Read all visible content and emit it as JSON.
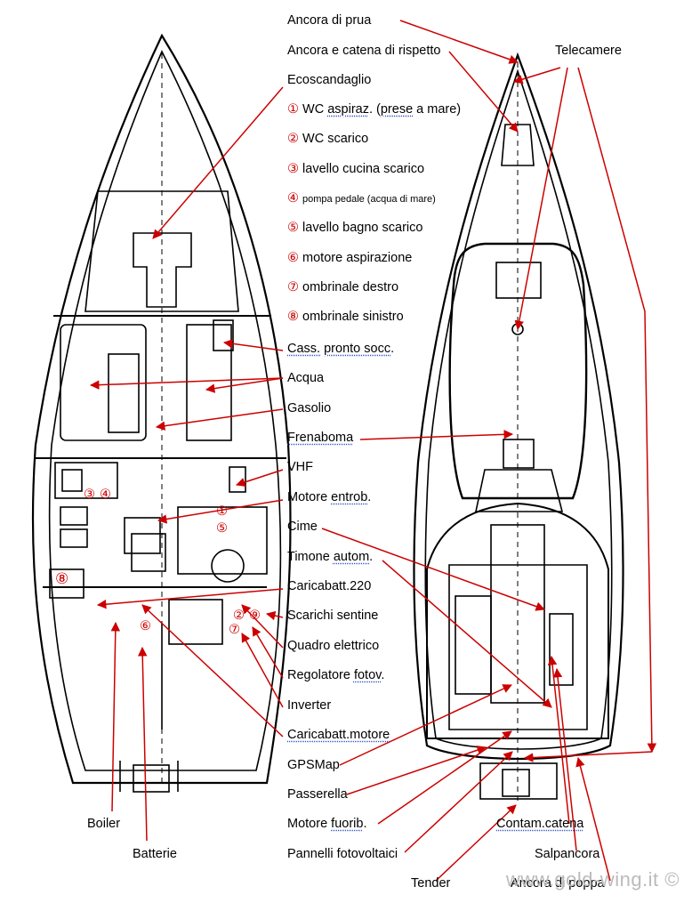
{
  "labels": {
    "ancora_prua": "Ancora di prua",
    "ancora_rispetto": "Ancora e catena di rispetto",
    "ecoscandaglio": "Ecoscandaglio",
    "wc_aspiraz_a": "WC ",
    "wc_aspiraz_b": "aspiraz",
    "wc_aspiraz_c": ". (",
    "wc_aspiraz_d": "prese",
    "wc_aspiraz_e": " a mare)",
    "wc_scarico": "WC scarico",
    "lavello_cucina": "lavello cucina scarico",
    "pompa_pedale": "pompa pedale (acqua di mare)",
    "lavello_bagno": "lavello bagno scarico",
    "motore_aspirazione": "motore aspirazione",
    "ombrinale_destro": "ombrinale destro",
    "ombrinale_sinistro": "ombrinale sinistro",
    "cass_a": "Cass.",
    "cass_b": " ",
    "cass_c": "pronto socc",
    "cass_d": ".",
    "acqua": "Acqua",
    "gasolio": "Gasolio",
    "frenaboma": "Frenaboma",
    "vhf": "VHF",
    "motore_entrob_a": "Motore ",
    "motore_entrob_b": "entrob",
    "motore_entrob_c": ".",
    "cime": "Cime",
    "timone_a": "Timone ",
    "timone_b": "autom",
    "timone_c": ".",
    "caricabatt_220": "Caricabatt.220",
    "scarichi_sentine": "Scarichi sentine",
    "quadro_elettrico": "Quadro elettrico",
    "regolatore_a": "Regolatore ",
    "regolatore_b": "fotov",
    "regolatore_c": ".",
    "inverter": "Inverter",
    "caricabatt_motore": "Caricabatt.motore",
    "gpsmap": "GPSMap",
    "passerella": "Passerella",
    "motore_fuorib_a": "Motore ",
    "motore_fuorib_b": "fuorib",
    "motore_fuorib_c": ".",
    "pannelli": "Pannelli fotovoltaici",
    "tender": "Tender",
    "telecamere": "Telecamere",
    "contam_catena": "Contam.catena",
    "salpancora": "Salpancora",
    "ancora_poppa": "Ancora di poppa",
    "boiler": "Boiler",
    "batterie": "Batterie"
  },
  "list_numbers": [
    "①",
    "②",
    "③",
    "④",
    "⑤",
    "⑥",
    "⑦",
    "⑧"
  ],
  "plan_numbers": [
    "③",
    "④",
    "①",
    "⑤",
    "⑧",
    "⑥",
    "②",
    "⑨",
    "⑦"
  ],
  "watermark": "www.gold-wing.it ©",
  "colors": {
    "arrow": "#cc0000",
    "line": "#000000",
    "number": "#cc0000"
  }
}
